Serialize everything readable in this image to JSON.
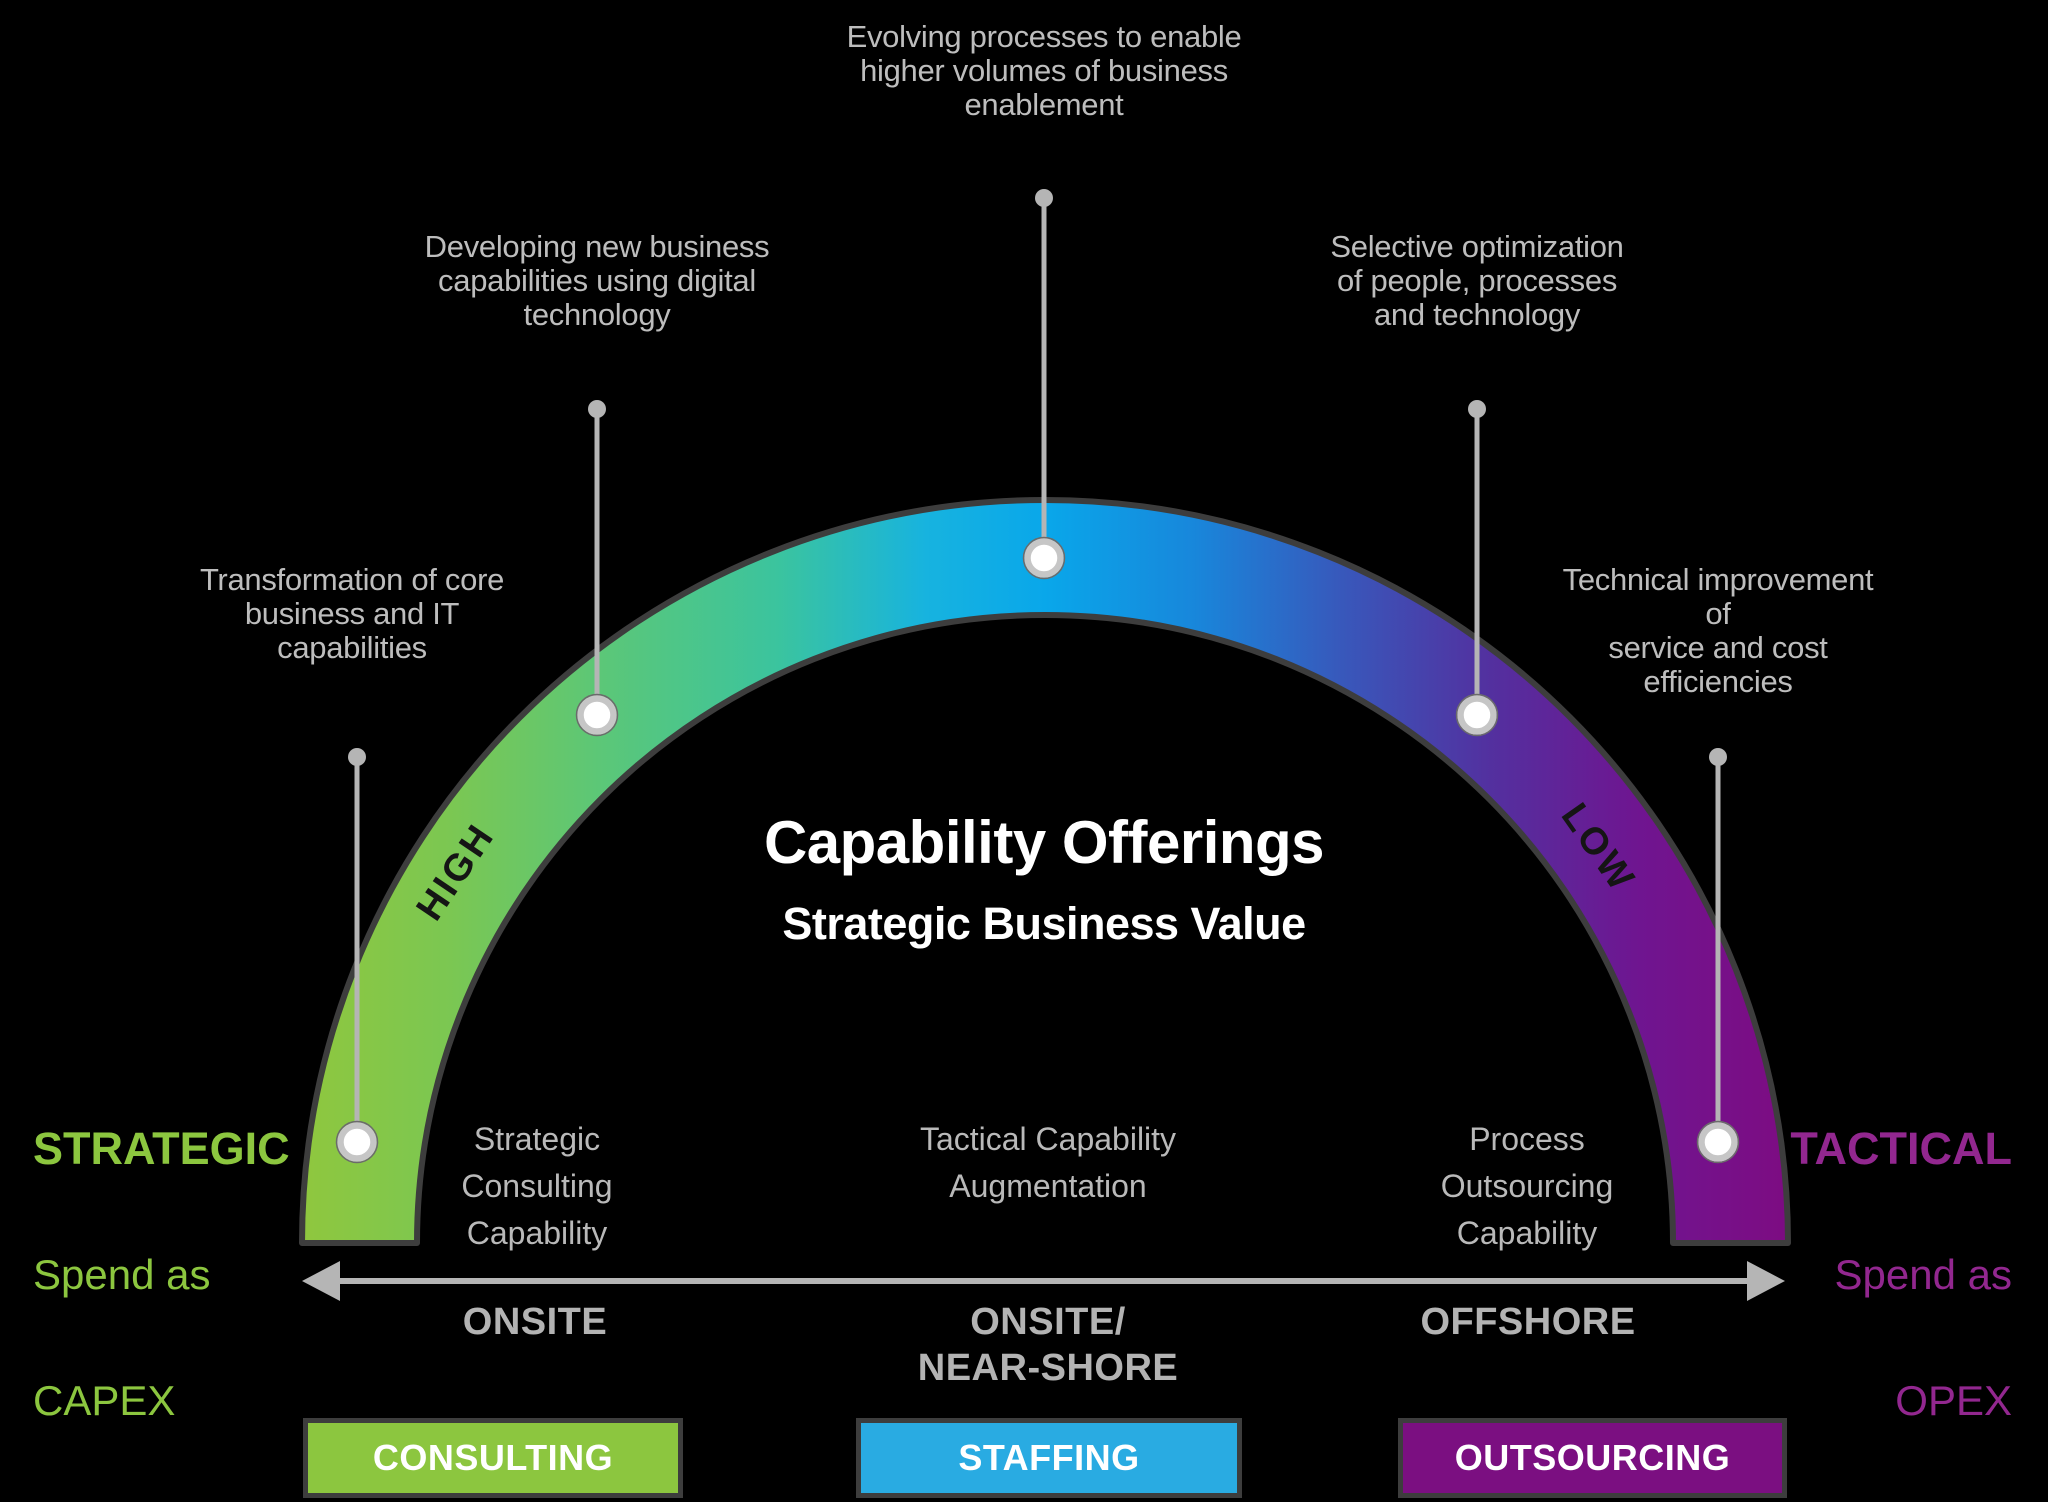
{
  "title": {
    "main": "Capability Offerings",
    "subtitle": "Strategic Business Value"
  },
  "arc": {
    "high_label": "HIGH",
    "low_label": "LOW"
  },
  "callouts": {
    "top": "Evolving processes to enable\nhigher volumes of business\nenablement",
    "upper_left": "Developing new business\ncapabilities using digital\ntechnology",
    "left": "Transformation of core\nbusiness and IT\ncapabilities",
    "upper_right": "Selective optimization\nof people, processes\nand technology",
    "right": "Technical improvement of\nservice and cost efficiencies"
  },
  "spend": {
    "left": {
      "heading": "STRATEGIC",
      "line2": "Spend as",
      "line3": "CAPEX",
      "color": "#8CC63F"
    },
    "right": {
      "heading": "TACTICAL",
      "line2": "Spend as",
      "line3": "OPEX",
      "color": "#92278F"
    }
  },
  "sections": [
    {
      "capability": "Strategic\nConsulting\nCapability",
      "location": "ONSITE",
      "box_label": "CONSULTING",
      "box_color": "#8CC63F"
    },
    {
      "capability": "Tactical Capability\nAugmentation",
      "location": "ONSITE/\nNEAR-SHORE",
      "box_label": "STAFFING",
      "box_color": "#29ABE2"
    },
    {
      "capability": "Process\nOutsourcing\nCapability",
      "location": "OFFSHORE",
      "box_label": "OUTSOURCING",
      "box_color": "#7B0F81"
    }
  ],
  "colors": {
    "background": "#000000",
    "callout_text": "#bdbdbd",
    "connector_gray": "#b5b5b5",
    "title_text": "#ffffff",
    "arc_outline": "#3d3d3d",
    "arc_gradient": [
      "#8FC73E",
      "#7BC752",
      "#5CC777",
      "#3BC49E",
      "#17B3DF",
      "#09A7EA",
      "#1887DB",
      "#3858BB",
      "#53309F",
      "#6F1590",
      "#7D0C82"
    ],
    "high_low_text": "#151515"
  }
}
